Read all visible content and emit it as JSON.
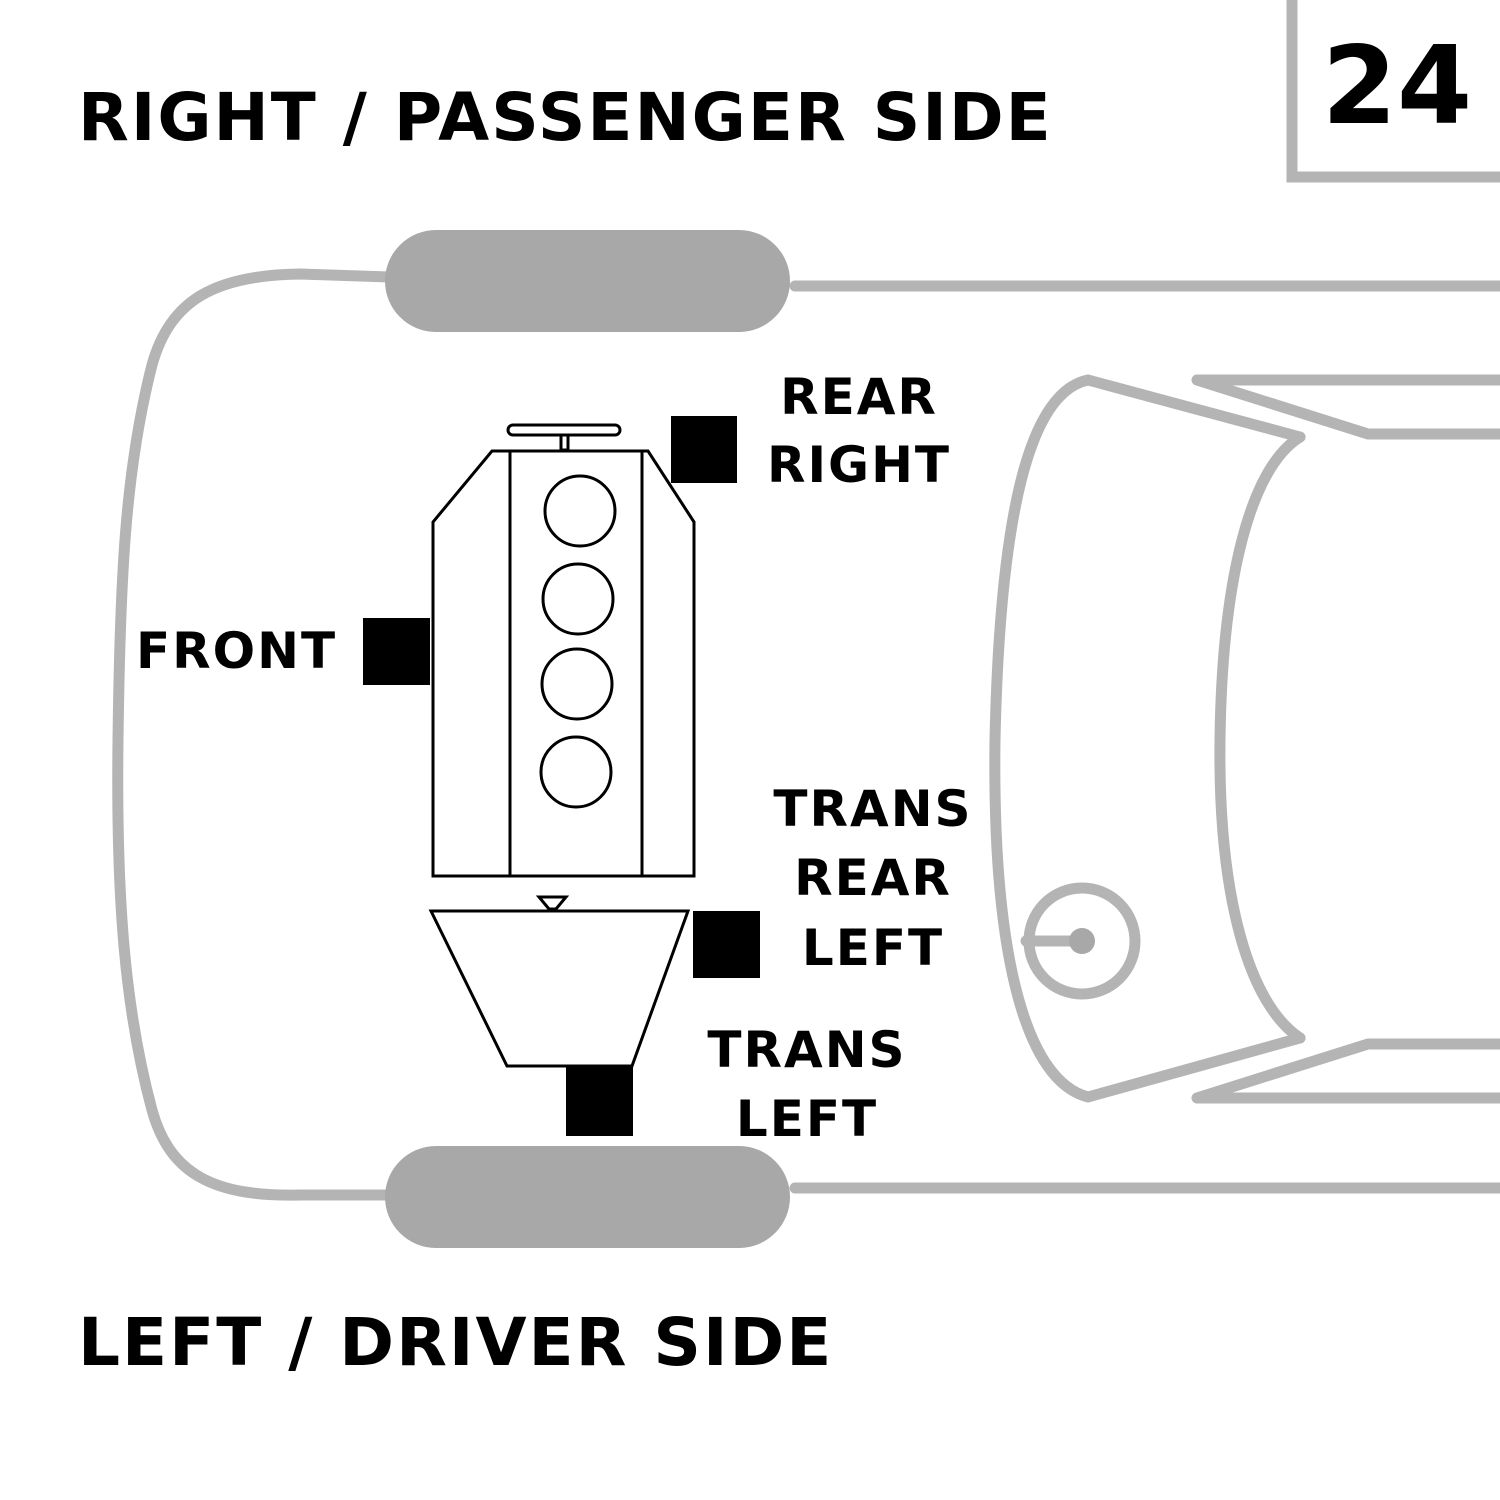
{
  "diagram_number": "24",
  "side_labels": {
    "top": "RIGHT / PASSENGER SIDE",
    "bottom": "LEFT / DRIVER SIDE"
  },
  "mounts": {
    "rear_right": [
      "REAR",
      "RIGHT"
    ],
    "front": "FRONT",
    "trans_rear_left": [
      "TRANS",
      "REAR",
      "LEFT"
    ],
    "trans_left": [
      "TRANS",
      "LEFT"
    ]
  },
  "colors": {
    "outline_gray": "#b4b4b4",
    "tire_gray": "#a8a8a8",
    "mount_black": "#000000",
    "text_black": "#000000"
  }
}
